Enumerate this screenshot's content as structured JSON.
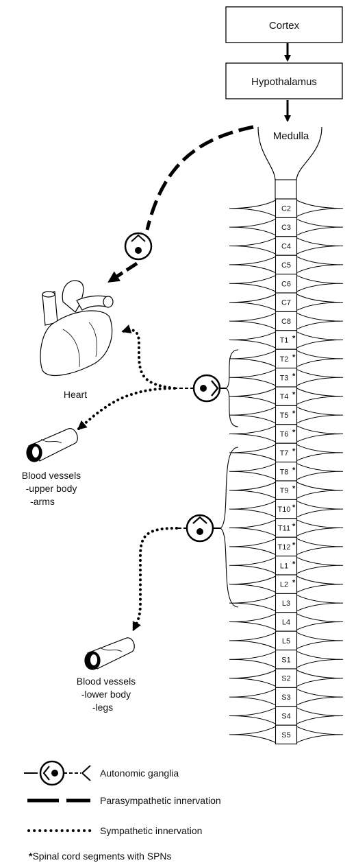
{
  "header": {
    "cortex": "Cortex",
    "hypothalamus": "Hypothalamus",
    "medulla": "Medulla"
  },
  "segments": [
    {
      "label": "C2",
      "sympathetic": false
    },
    {
      "label": "C3",
      "sympathetic": false
    },
    {
      "label": "C4",
      "sympathetic": false
    },
    {
      "label": "C5",
      "sympathetic": false
    },
    {
      "label": "C6",
      "sympathetic": false
    },
    {
      "label": "C7",
      "sympathetic": false
    },
    {
      "label": "C8",
      "sympathetic": false
    },
    {
      "label": "T1",
      "sympathetic": true
    },
    {
      "label": "T2",
      "sympathetic": true
    },
    {
      "label": "T3",
      "sympathetic": true
    },
    {
      "label": "T4",
      "sympathetic": true
    },
    {
      "label": "T5",
      "sympathetic": true
    },
    {
      "label": "T6",
      "sympathetic": true
    },
    {
      "label": "T7",
      "sympathetic": true
    },
    {
      "label": "T8",
      "sympathetic": true
    },
    {
      "label": "T9",
      "sympathetic": true
    },
    {
      "label": "T10",
      "sympathetic": true
    },
    {
      "label": "T11",
      "sympathetic": true
    },
    {
      "label": "T12",
      "sympathetic": true
    },
    {
      "label": "L1",
      "sympathetic": true
    },
    {
      "label": "L2",
      "sympathetic": true
    },
    {
      "label": "L3",
      "sympathetic": false
    },
    {
      "label": "L4",
      "sympathetic": false
    },
    {
      "label": "L5",
      "sympathetic": false
    },
    {
      "label": "S1",
      "sympathetic": false
    },
    {
      "label": "S2",
      "sympathetic": false
    },
    {
      "label": "S3",
      "sympathetic": false
    },
    {
      "label": "S4",
      "sympathetic": false
    },
    {
      "label": "S5",
      "sympathetic": false
    }
  ],
  "asterisk": "*",
  "organs": {
    "heart": "Heart",
    "upper_vessels": [
      "Blood vessels",
      "-upper body",
      "-arms"
    ],
    "lower_vessels": [
      "Blood vessels",
      "-lower body",
      "-legs"
    ]
  },
  "legend": {
    "ganglia": "Autonomic ganglia",
    "parasympathetic": "Parasympathetic innervation",
    "sympathetic": "Sympathetic innervation",
    "spn_note": "Spinal cord segments with SPNs"
  }
}
